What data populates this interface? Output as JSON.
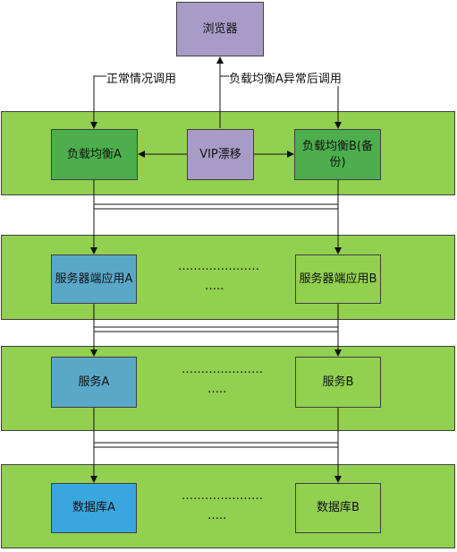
{
  "browser": "浏览器",
  "label_normal": "正常情况调用",
  "label_failover": "负载均衡A异常后调用",
  "lb_a": "负载均衡A",
  "vip": "VIP漂移",
  "lb_b": "负载均衡B(备份)",
  "app_a": "服务器端应用A",
  "app_b": "服务器端应用B",
  "svc_a": "服务A",
  "svc_b": "服务B",
  "db_a": "数据库A",
  "db_b": "数据库B",
  "ellipsis_1": "…………………",
  "ellipsis_2": "…..",
  "colors": {
    "band": "#92d050",
    "browser": "#a99bc8",
    "lb": "#4cae4c",
    "app_a": "#5aa8c8",
    "db_a": "#39a6e0"
  }
}
